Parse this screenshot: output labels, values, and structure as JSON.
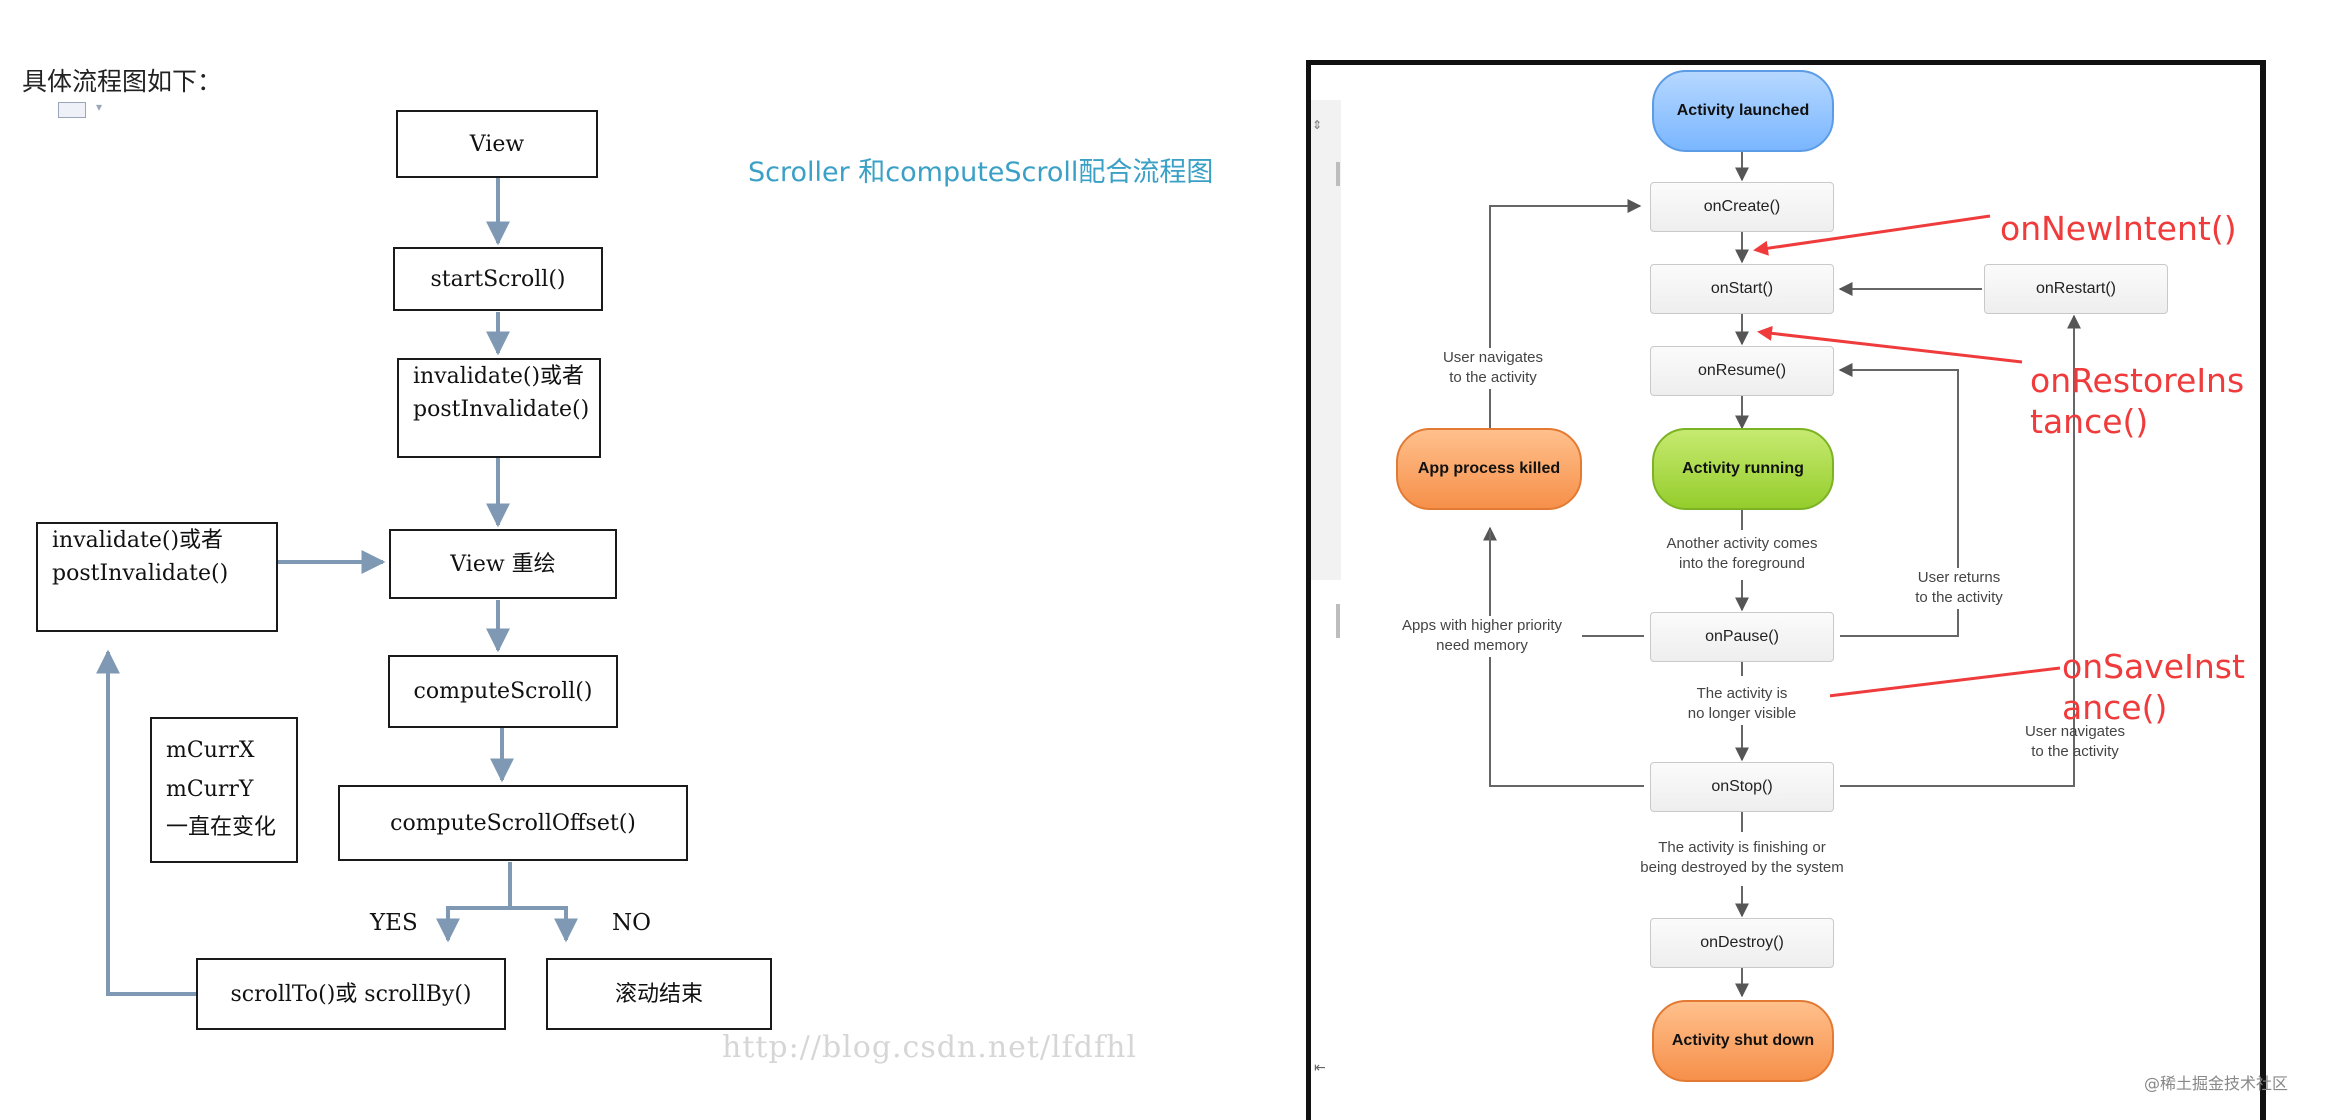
{
  "left": {
    "heading": "具体流程图如下：",
    "caption": "Scroller 和computeScroll配合流程图",
    "boxes": {
      "view": "View",
      "start_scroll": "startScroll()",
      "invalidate_1": "invalidate()或者",
      "invalidate_2": "postInvalidate()",
      "redraw": "View 重绘",
      "side_1": "invalidate()或者",
      "side_2": "postInvalidate()",
      "compute_scroll": "computeScroll()",
      "compute_offset": "computeScrollOffset()",
      "note_1": "mCurrX",
      "note_2": "mCurrY",
      "note_3": "一直在变化",
      "scroll_to": "scrollTo()或 scrollBy()",
      "end": "滚动结束"
    },
    "yes_label": "YES",
    "no_label": "NO",
    "watermark": "http://blog.csdn.net/lfdfhl",
    "colors": {
      "arrow": "#7f99b5",
      "caption": "#3aa0c6"
    }
  },
  "right": {
    "states": {
      "launched": "Activity launched",
      "running": "Activity running",
      "killed": "App process killed",
      "shutdown": "Activity shut down"
    },
    "methods": {
      "on_create": "onCreate()",
      "on_start": "onStart()",
      "on_restart": "onRestart()",
      "on_resume": "onResume()",
      "on_pause": "onPause()",
      "on_stop": "onStop()",
      "on_destroy": "onDestroy()"
    },
    "notes": {
      "navigates_1": "User navigates\nto the activity",
      "foreground": "Another activity comes\ninto the foreground",
      "returns": "User returns\nto the activity",
      "priority": "Apps with higher priority\nneed memory",
      "not_visible": "The activity is\nno longer visible",
      "navigates_2": "User navigates\nto the activity",
      "finishing": "The activity is finishing or\nbeing destroyed by the system"
    },
    "annotations": {
      "new_intent": "onNewIntent()",
      "restore": "onRestoreIns\ntance()",
      "save": "onSaveInst\nance()"
    },
    "colors": {
      "annotation": "#ef3b3b",
      "blue": "#7ab6ff",
      "green": "#95cd2c",
      "orange": "#f6904a"
    }
  },
  "credit": "@稀土掘金技术社区"
}
